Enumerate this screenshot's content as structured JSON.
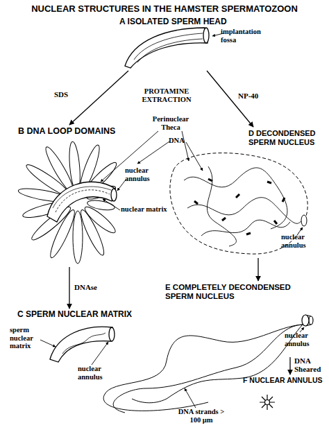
{
  "diagram": {
    "title": "NUCLEAR STRUCTURES IN THE HAMSTER SPERMATOZOON",
    "nodes": [
      {
        "text": [
          "A ISOLATED SPERM HEAD"
        ]
      },
      {
        "text": [
          "B DNA LOOP DOMAINS"
        ]
      },
      {
        "text": [
          "D DECONDENSED SPERM NUCLEUS"
        ]
      },
      {
        "text": [
          "C SPERM NUCLEAR MATRIX"
        ]
      },
      {
        "text": [
          "E COMPLETELY DECONDENSED SPERM NUCLEUS"
        ]
      },
      {
        "text": [
          "F NUCLEAR ANNULUS"
        ]
      }
    ],
    "edges": [
      {
        "from": 0,
        "to": 1,
        "arrow": "to",
        "label": "SDS"
      },
      {
        "from": 0,
        "to": 2,
        "arrow": "to",
        "label": "NP-40"
      },
      {
        "from": 1,
        "to": 3,
        "arrow": "to",
        "label": "DNAse"
      },
      {
        "from": 2,
        "to": 4,
        "arrow": "to"
      },
      {
        "from": 4,
        "to": 5,
        "arrow": "to",
        "label": "DNA Sheared"
      }
    ],
    "labels": [
      "implantation fossa",
      "PROTAMINE EXTRACTION",
      "Perinuclear Theca",
      "DNA",
      "nuclear annulus",
      "nuclear matrix",
      "nuclear annulus",
      "sperm nuclear matrix",
      "nuclear annulus",
      "nuclear annulus",
      "DNA strands > 100 μm"
    ]
  }
}
